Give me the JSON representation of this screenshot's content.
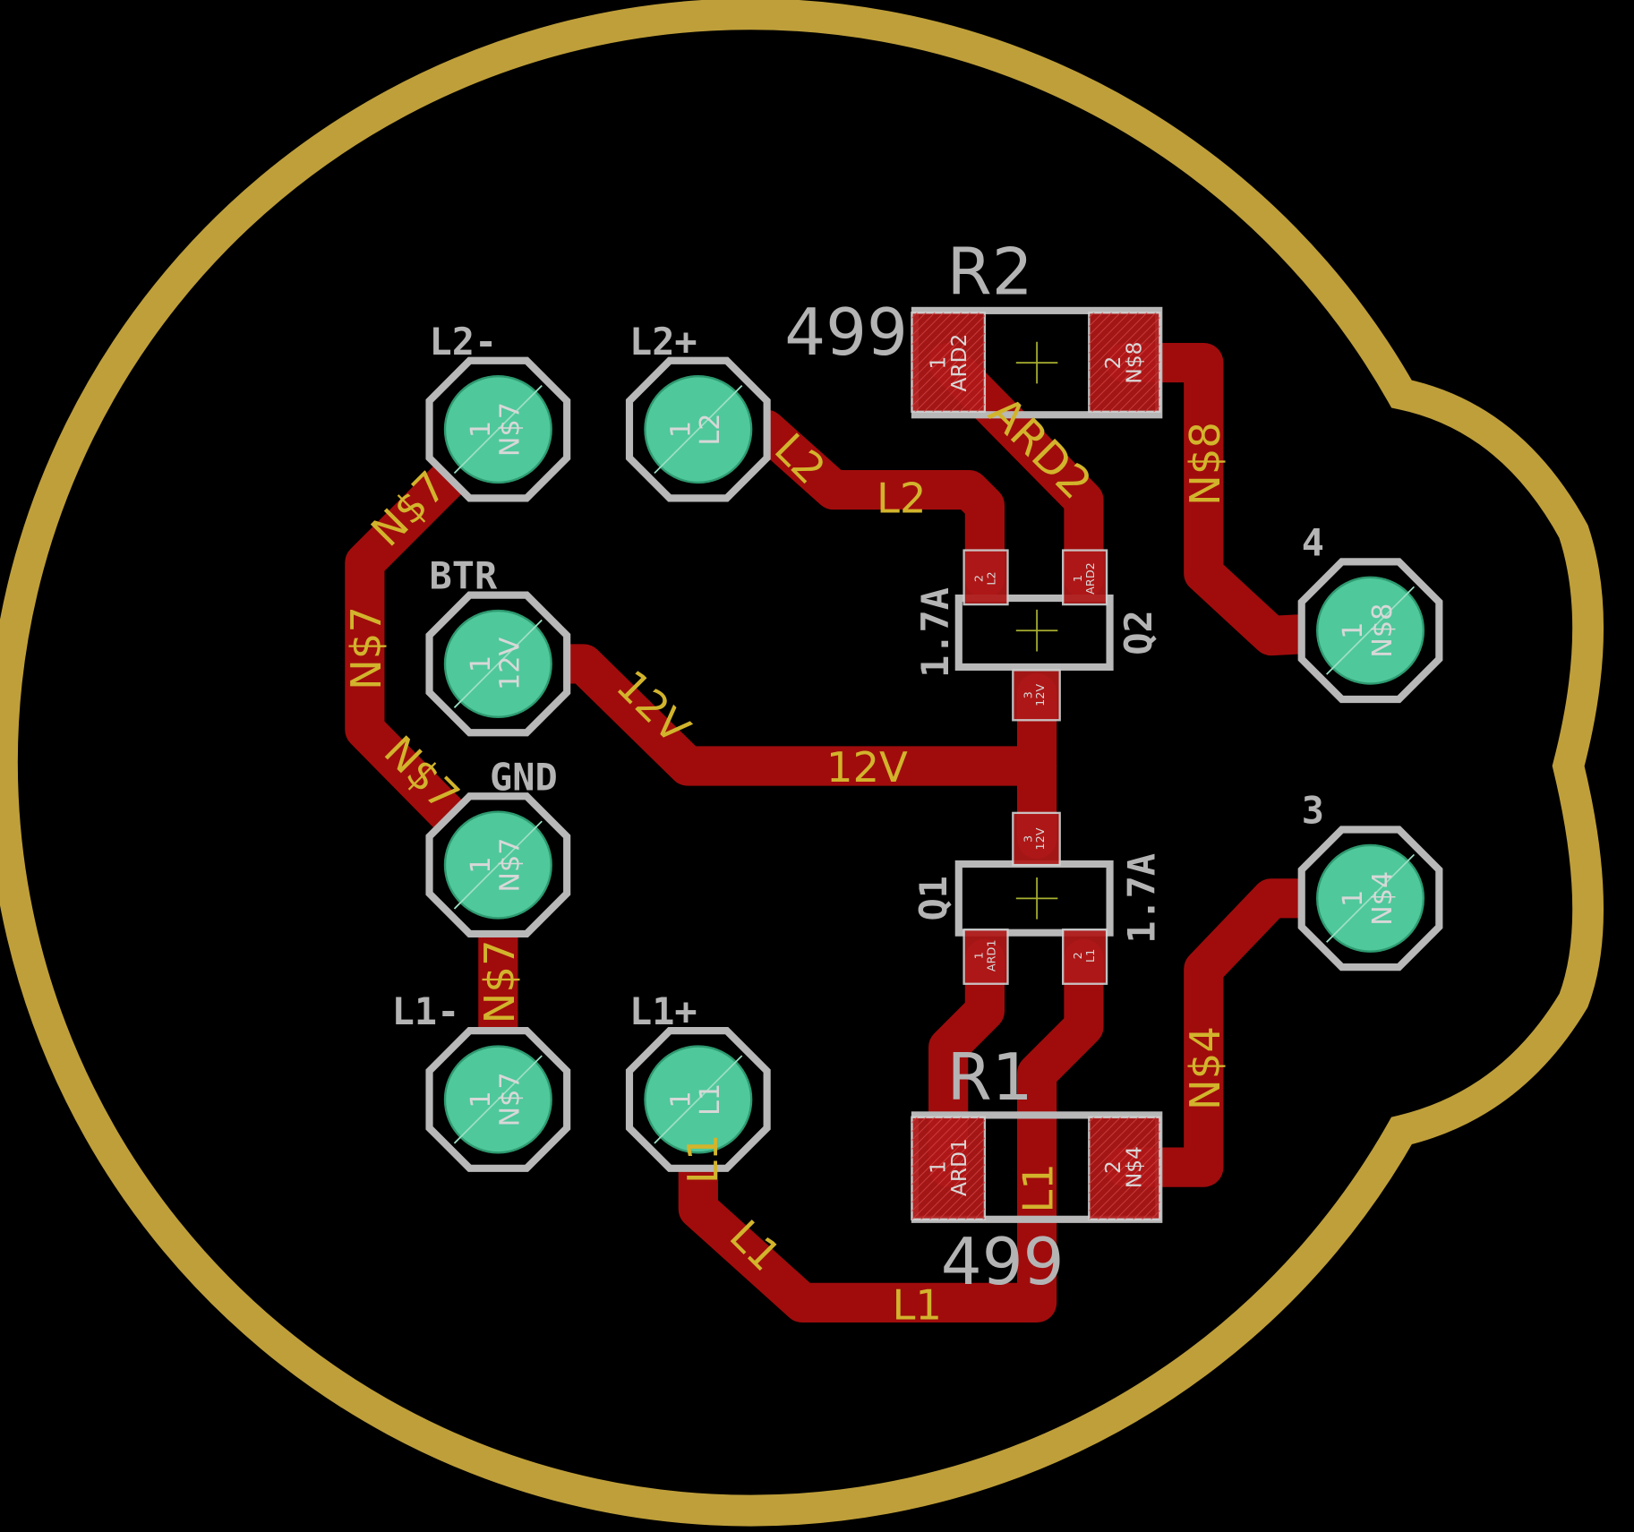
{
  "colors": {
    "board_outline": "#bf9f3a",
    "copper": "#a00c0c",
    "pad_fill": "#4fc89c",
    "silkscreen": "#b4b4b4",
    "net_label": "#d2b42c"
  },
  "components": {
    "R2": {
      "name": "R2",
      "value": "499",
      "pad1_num": "1",
      "pad1_net": "ARD2",
      "pad2_num": "2",
      "pad2_net": "N$8"
    },
    "R1": {
      "name": "R1",
      "value": "499",
      "pad1_num": "1",
      "pad1_net": "ARD1",
      "pad2_num": "2",
      "pad2_net": "N$4"
    },
    "Q2": {
      "name": "Q2",
      "value": "1.7A",
      "pin1": "1",
      "pin1_net": "ARD2",
      "pin2": "2",
      "pin2_net": "L2",
      "pin3": "3",
      "pin3_net": "12V"
    },
    "Q1": {
      "name": "Q1",
      "value": "1.7A",
      "pin1": "1",
      "pin1_net": "ARD1",
      "pin2": "2",
      "pin2_net": "L1",
      "pin3": "3",
      "pin3_net": "12V"
    }
  },
  "pads": [
    {
      "label": "L2-",
      "num": "1",
      "net": "N$7"
    },
    {
      "label": "L2+",
      "num": "1",
      "net": "L2"
    },
    {
      "label": "BTR",
      "num": "1",
      "net": "12V"
    },
    {
      "label": "GND",
      "num": "1",
      "net": "N$7"
    },
    {
      "label": "L1-",
      "num": "1",
      "net": "N$7"
    },
    {
      "label": "L1+",
      "num": "1",
      "net": "L1"
    },
    {
      "label": "4",
      "num": "1",
      "net": "N$8"
    },
    {
      "label": "3",
      "num": "1",
      "net": "N$4"
    }
  ],
  "nets": {
    "n7": "N$7",
    "l2": "L2",
    "ard2": "ARD2",
    "n8": "N$8",
    "v12": "12V",
    "n4": "N$4",
    "l1": "L1"
  }
}
